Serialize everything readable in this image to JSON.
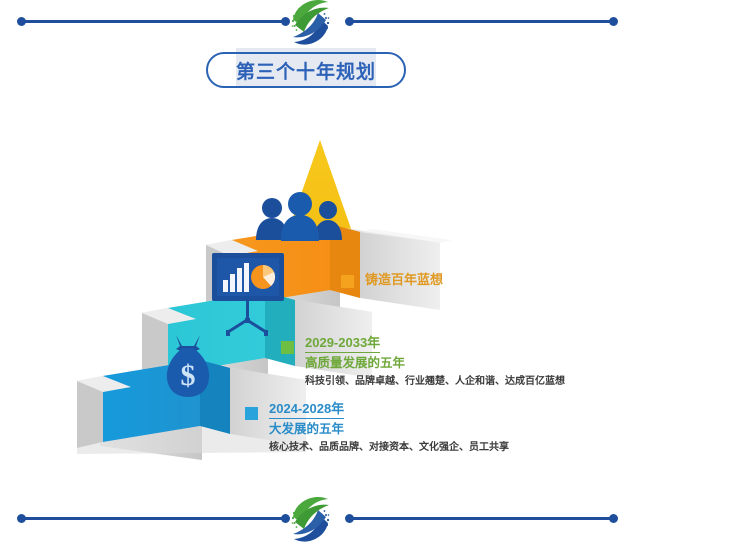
{
  "page": {
    "title": "第三个十年规划",
    "background": "#ffffff"
  },
  "decoration": {
    "logo_name": "company-logo",
    "line_color": "#1F4E9C"
  },
  "colors": {
    "orange": "#F5A31E",
    "green": "#6FBE44",
    "blue": "#28A3DC",
    "cyan": "#2FC9D8",
    "step_blue": "#1B9BD8",
    "step_orange": "#F7941E",
    "arrow_yellow": "#F5C017",
    "icon_blue": "#1B4F9C",
    "title_blue": "#2D62B8"
  },
  "stairs": {
    "steps": [
      {
        "name": "step-bottom",
        "color": "#1B9BD8",
        "icon": "money-bag-icon"
      },
      {
        "name": "step-middle",
        "color": "#2FC9D8",
        "icon": "presentation-chart-icon"
      },
      {
        "name": "step-top",
        "color": "#F7941E",
        "icon": "people-group-icon"
      }
    ],
    "arrow": {
      "name": "growth-arrow-icon",
      "color": "#F5C017"
    }
  },
  "legends": [
    {
      "id": "orange",
      "swatch_color": "#F5A31E",
      "heading": "铸造百年蓝想",
      "years": "",
      "subtitle": "",
      "details": ""
    },
    {
      "id": "green",
      "swatch_color": "#6FBE44",
      "years": "2029-2033年",
      "subtitle": "高质量发展的五年",
      "details": "科技引领、品牌卓越、行业翘楚、人企和谐、达成百亿蓝想"
    },
    {
      "id": "blue",
      "swatch_color": "#28A3DC",
      "years": "2024-2028年",
      "subtitle": "大发展的五年",
      "details": "核心技术、品质品牌、对接资本、文化强企、员工共享"
    }
  ]
}
